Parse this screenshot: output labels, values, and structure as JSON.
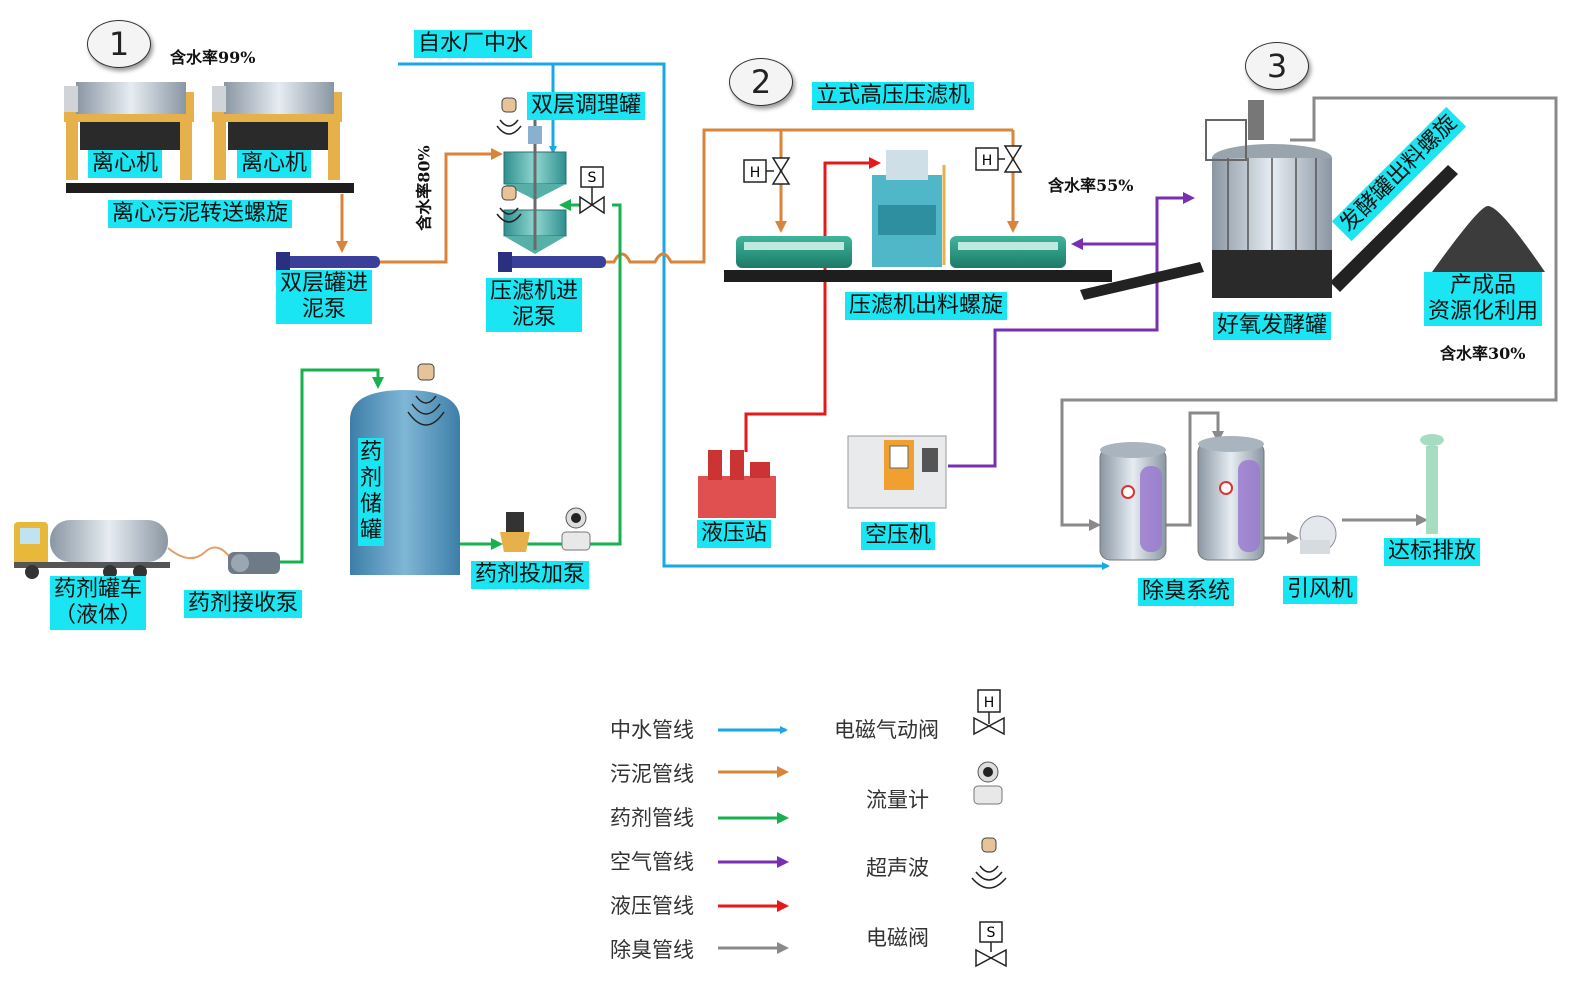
{
  "steps": {
    "s1": "1",
    "s2": "2",
    "s3": "3"
  },
  "notes": {
    "water99": "含水率99%",
    "water80": "含水率80%",
    "water55": "含水率55%",
    "water30": "含水率30%"
  },
  "labels": {
    "centrifuge": "离心机",
    "centrifuge_screw": "离心污泥转送螺旋",
    "double_tank_pump_l1": "双层罐进",
    "double_tank_pump_l2": "泥泵",
    "reclaimed_water": "自水厂中水",
    "double_tank": "双层调理罐",
    "filter_press_pump_l1": "压滤机进",
    "filter_press_pump_l2": "泥泵",
    "vertical_press": "立式高压压滤机",
    "press_screw": "压滤机出料螺旋",
    "fermenter": "好氧发酵罐",
    "fermenter_screw": "发酵罐出料螺旋",
    "product_l1": "产成品",
    "product_l2": "资源化利用",
    "chem_tank_l1": "药",
    "chem_tank_l2": "剂",
    "chem_tank_l3": "储",
    "chem_tank_l4": "罐",
    "tanker_l1": "药剂罐车",
    "tanker_l2": "（液体）",
    "receive_pump": "药剂接收泵",
    "dosing_pump": "药剂投加泵",
    "hydraulic_station": "液压站",
    "air_compressor": "空压机",
    "deodor_system": "除臭系统",
    "fan": "引风机",
    "discharge": "达标排放"
  },
  "valve_letters": {
    "h": "H",
    "s": "S"
  },
  "legend": {
    "lines": [
      {
        "label": "中水管线",
        "color": "#1aa7e6"
      },
      {
        "label": "污泥管线",
        "color": "#d9843b"
      },
      {
        "label": "药剂管线",
        "color": "#17b14f"
      },
      {
        "label": "空气管线",
        "color": "#7a2fb0"
      },
      {
        "label": "液压管线",
        "color": "#e81818"
      },
      {
        "label": "除臭管线",
        "color": "#8a8a8a"
      }
    ],
    "devices": [
      {
        "label": "电磁气动阀",
        "icon": "pneumatic-valve-icon"
      },
      {
        "label": "流量计",
        "icon": "flow-meter-icon"
      },
      {
        "label": "超声波",
        "icon": "ultrasonic-sensor-icon"
      },
      {
        "label": "电磁阀",
        "icon": "solenoid-valve-icon"
      }
    ]
  },
  "colors": {
    "water": "#1aa7e6",
    "sludge": "#d9843b",
    "chemical": "#17b14f",
    "air": "#7a2fb0",
    "hydraulic": "#e81818",
    "deodor": "#8a8a8a",
    "label_bg": "#19e6f2"
  }
}
